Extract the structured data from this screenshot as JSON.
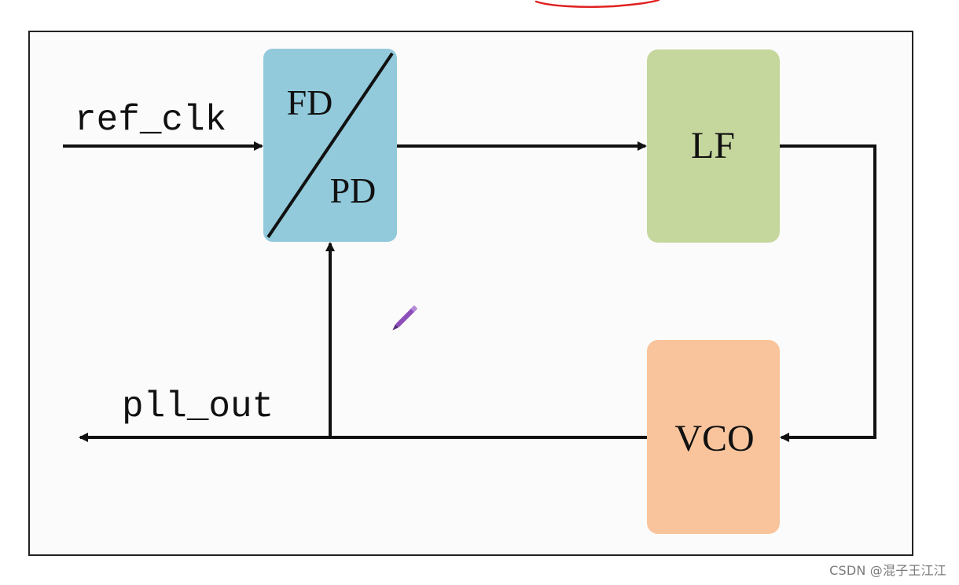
{
  "colors": {
    "frame": "#222222",
    "canvas": "#fbfbfb",
    "fd_pd_block": "#92cadc",
    "lf_block": "#c6d79e",
    "vco_block": "#f9c49c",
    "wire": "#111111",
    "annotation_red": "#e02020",
    "pen_cursor": "#8c4fb8"
  },
  "diagram": {
    "input_label": "ref_clk",
    "output_label": "pll_out",
    "blocks": {
      "fd_pd": {
        "top_label": "FD",
        "bottom_label": "PD"
      },
      "lf": {
        "label": "LF"
      },
      "vco": {
        "label": "VCO"
      }
    }
  },
  "watermark": "CSDN @混子王江江",
  "icons": {
    "cursor": "pen-cursor-icon"
  }
}
